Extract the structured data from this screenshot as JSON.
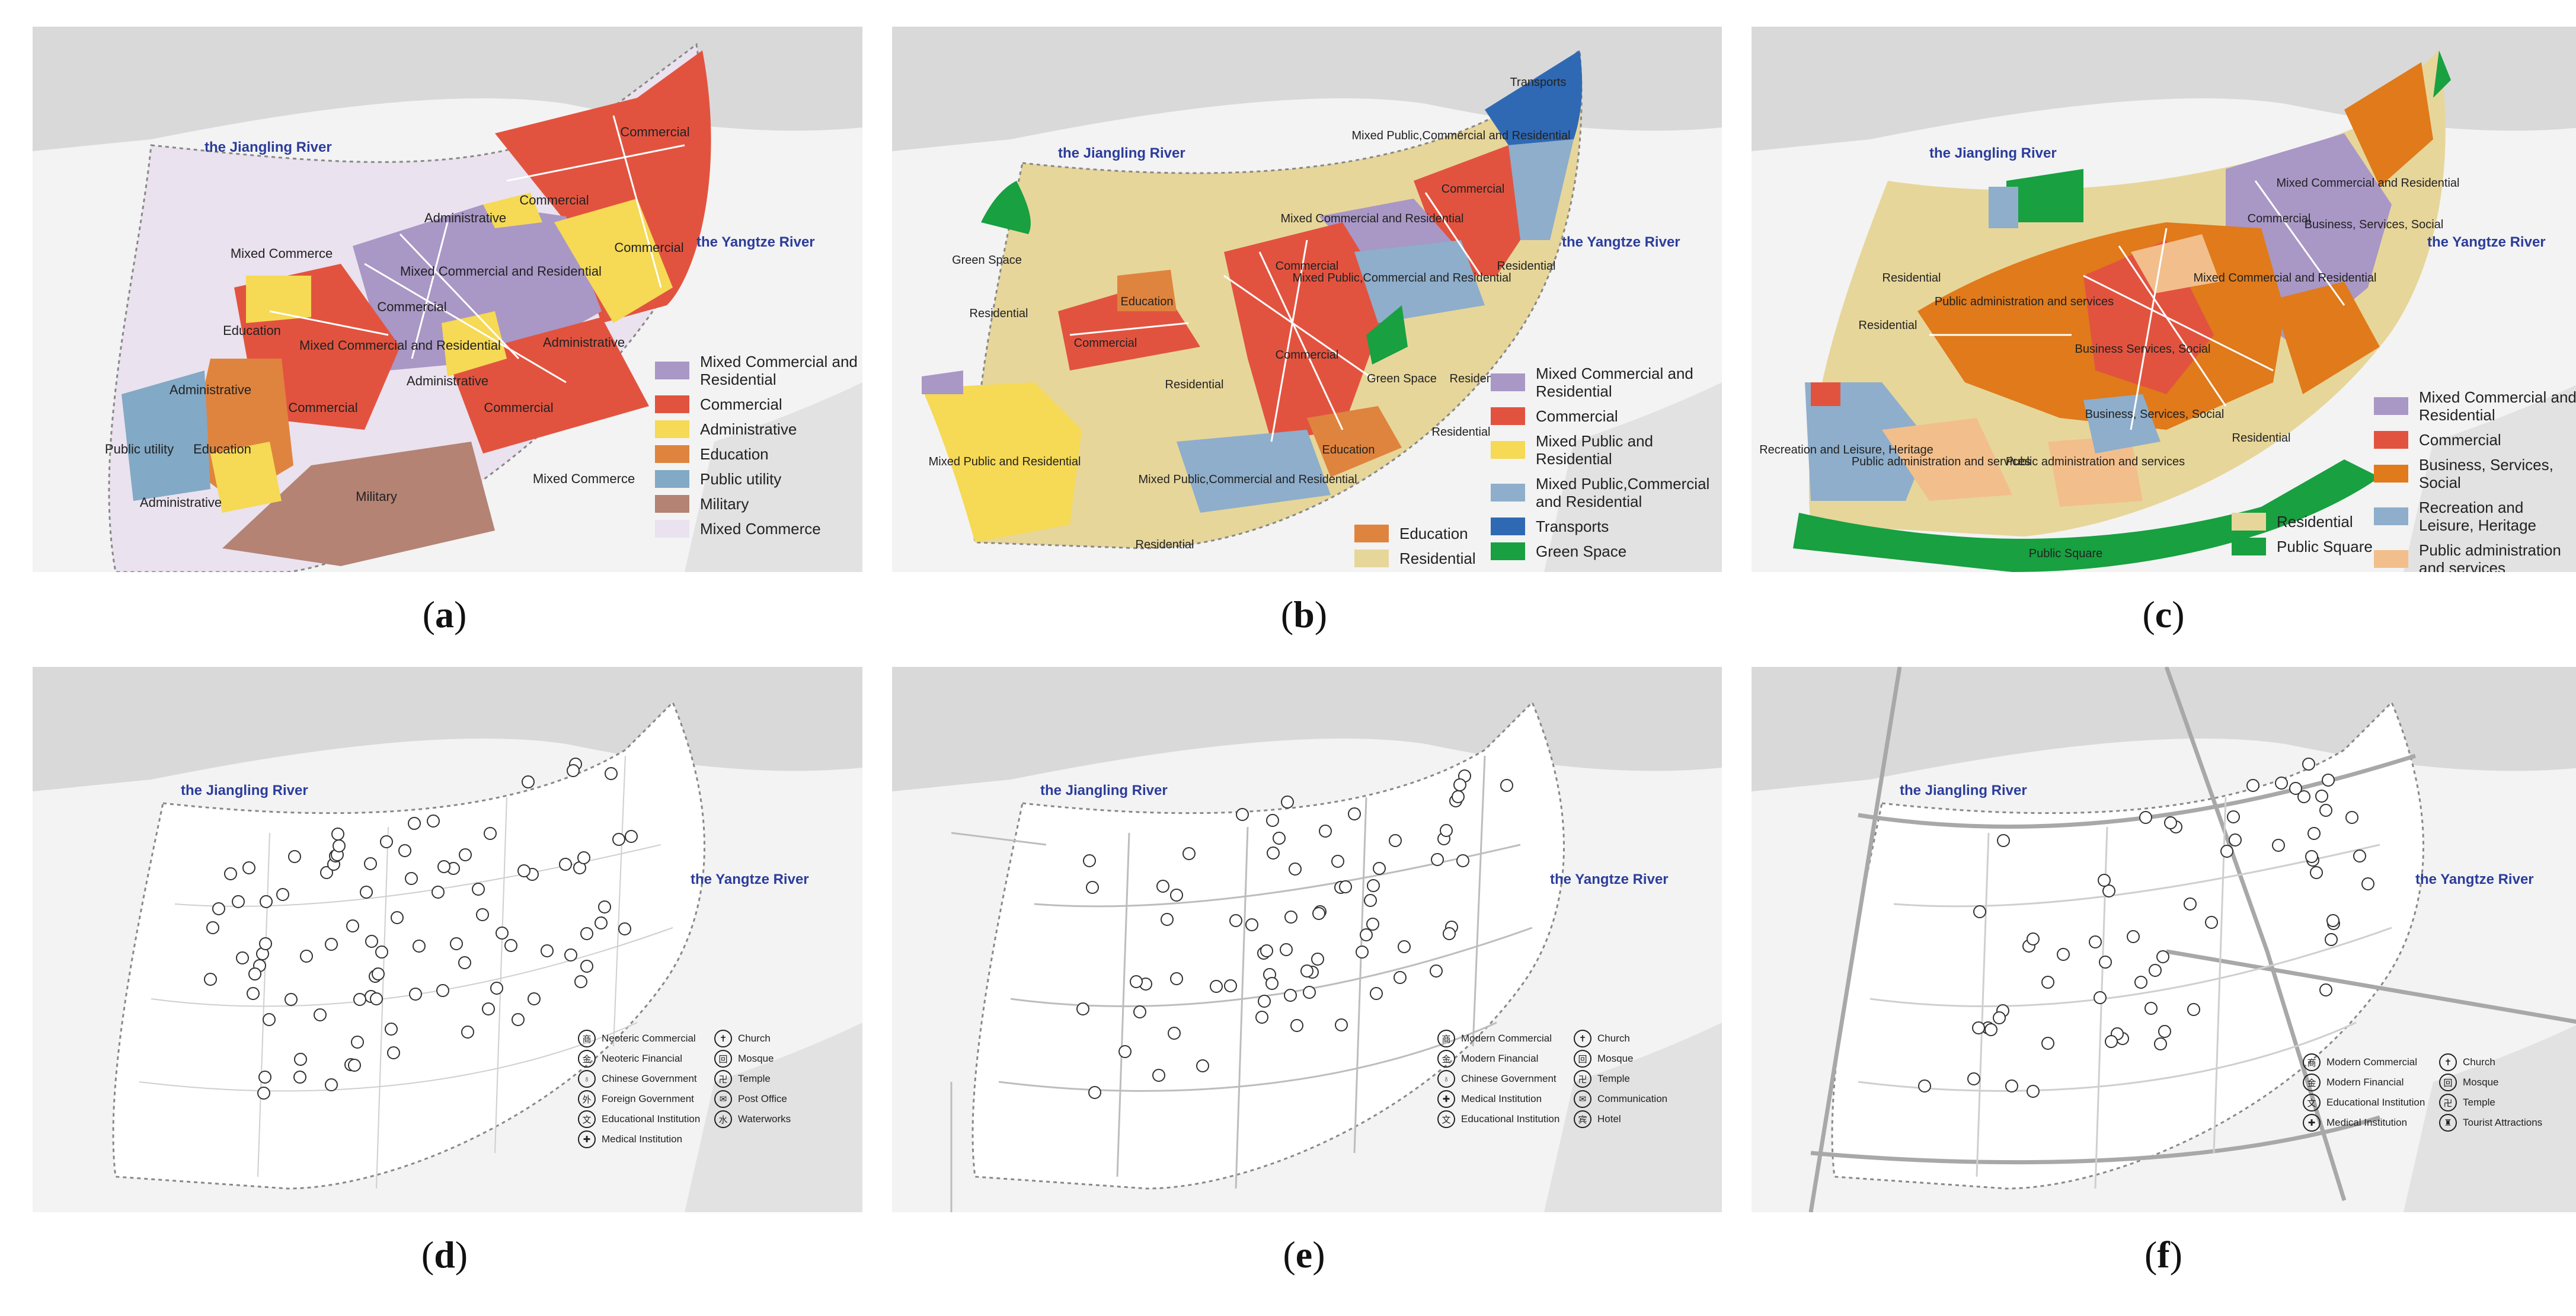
{
  "panels": {
    "a": {
      "label": "a",
      "rivers": [
        "the Jiangling River",
        "the Yangtze River"
      ],
      "zones": [
        "Commercial",
        "Commercial",
        "Commercial",
        "Administrative",
        "Mixed Commerce",
        "Mixed Commercial and Residential",
        "Commercial",
        "Education",
        "Administrative",
        "Mixed Commercial and Residential",
        "Commercial",
        "Administrative",
        "Administrative",
        "Public utility",
        "Education",
        "Commercial",
        "Administrative",
        "Military",
        "Mixed Commerce"
      ],
      "legend": [
        {
          "label": "Mixed Commercial and Residential",
          "color": "#a997c6"
        },
        {
          "label": "Commercial",
          "color": "#e2533f"
        },
        {
          "label": "Administrative",
          "color": "#f6d955"
        },
        {
          "label": "Education",
          "color": "#df843e"
        },
        {
          "label": "Public utility",
          "color": "#82a9c5"
        },
        {
          "label": "Military",
          "color": "#b48374"
        },
        {
          "label": "Mixed Commerce",
          "color": "#eae2ee"
        }
      ]
    },
    "b": {
      "label": "b",
      "rivers": [
        "the Jiangling River",
        "the Yangtze River"
      ],
      "zones": [
        "Transports",
        "Mixed Public,Commercial and Residential",
        "Commercial",
        "Mixed Commercial and Residential",
        "Residential",
        "Green Space",
        "Residential",
        "Commercial",
        "Education",
        "Commercial",
        "Mixed Public,Commercial and Residential",
        "Residential",
        "Residential",
        "Commercial",
        "Green Space",
        "Residential",
        "Mixed Public and Residential",
        "Education",
        "Mixed Public,Commercial and Residential",
        "Residential"
      ],
      "legend": [
        {
          "label": "Mixed Commercial and Residential",
          "color": "#a997c6"
        },
        {
          "label": "Commercial",
          "color": "#e2533f"
        },
        {
          "label": "Mixed Public and Residential",
          "color": "#f6d955"
        },
        {
          "label": "Mixed Public,Commercial and Residential",
          "color": "#8eaecb"
        },
        {
          "label": "Education",
          "color": "#df843e"
        },
        {
          "label": "Transports",
          "color": "#2f69b4"
        },
        {
          "label": "Residential",
          "color": "#e7d69a"
        },
        {
          "label": "Green Space",
          "color": "#18a041"
        }
      ]
    },
    "c": {
      "label": "c",
      "rivers": [
        "the Jiangling River",
        "the Yangtze River"
      ],
      "zones": [
        "Mixed Commercial and Residential",
        "Commercial",
        "Business, Services, Social",
        "Residential",
        "Residential",
        "Public administration and services",
        "Business Services, Social",
        "Mixed Commercial and Residential",
        "Business, Services, Social",
        "Recreation and Leisure, Heritage",
        "Public administration and services",
        "Public administration and services",
        "Residential",
        "Public Square"
      ],
      "legend": [
        {
          "label": "Mixed Commercial and Residential",
          "color": "#a997c6"
        },
        {
          "label": "Commercial",
          "color": "#e2533f"
        },
        {
          "label": "Business, Services, Social",
          "color": "#e07a1b"
        },
        {
          "label": "Residential",
          "color": "#e7d69a"
        },
        {
          "label": "Recreation and Leisure, Heritage",
          "color": "#8eaecb"
        },
        {
          "label": "Public Square",
          "color": "#18a041"
        },
        {
          "label": "Public administration and services",
          "color": "#f2bf8c"
        }
      ]
    },
    "d": {
      "label": "d",
      "rivers": [
        "the Jiangling River",
        "the Yangtze River"
      ],
      "legend_left": [
        {
          "symbol": "商",
          "label": "Neoteric Commercial"
        },
        {
          "symbol": "金",
          "label": "Neoteric Financial"
        },
        {
          "symbol": "♁",
          "label": "Chinese Government"
        },
        {
          "symbol": "外",
          "label": "Foreign Government"
        },
        {
          "symbol": "文",
          "label": "Educational Institution"
        },
        {
          "symbol": "✚",
          "label": "Medical Institution"
        }
      ],
      "legend_right": [
        {
          "symbol": "✝",
          "label": "Church"
        },
        {
          "symbol": "回",
          "label": "Mosque"
        },
        {
          "symbol": "卍",
          "label": "Temple"
        },
        {
          "symbol": "✉",
          "label": "Post Office"
        },
        {
          "symbol": "水",
          "label": "Waterworks"
        }
      ]
    },
    "e": {
      "label": "e",
      "rivers": [
        "the Jiangling River",
        "the Yangtze River"
      ],
      "legend_left": [
        {
          "symbol": "商",
          "label": "Modern Commercial"
        },
        {
          "symbol": "金",
          "label": "Modern Financial"
        },
        {
          "symbol": "♁",
          "label": "Chinese Government"
        },
        {
          "symbol": "✚",
          "label": "Medical Institution"
        },
        {
          "symbol": "文",
          "label": "Educational Institution"
        }
      ],
      "legend_right": [
        {
          "symbol": "✝",
          "label": "Church"
        },
        {
          "symbol": "回",
          "label": "Mosque"
        },
        {
          "symbol": "卍",
          "label": "Temple"
        },
        {
          "symbol": "✉",
          "label": "Communication"
        },
        {
          "symbol": "宾",
          "label": "Hotel"
        }
      ]
    },
    "f": {
      "label": "f",
      "rivers": [
        "the Jiangling River",
        "the Yangtze River"
      ],
      "legend_left": [
        {
          "symbol": "商",
          "label": "Modern Commercial"
        },
        {
          "symbol": "金",
          "label": "Modern Financial"
        },
        {
          "symbol": "文",
          "label": "Educational Institution"
        },
        {
          "symbol": "✚",
          "label": "Medical Institution"
        }
      ],
      "legend_right": [
        {
          "symbol": "✝",
          "label": "Church"
        },
        {
          "symbol": "回",
          "label": "Mosque"
        },
        {
          "symbol": "卍",
          "label": "Temple"
        },
        {
          "symbol": "♜",
          "label": "Tourist Attractions"
        }
      ]
    }
  }
}
